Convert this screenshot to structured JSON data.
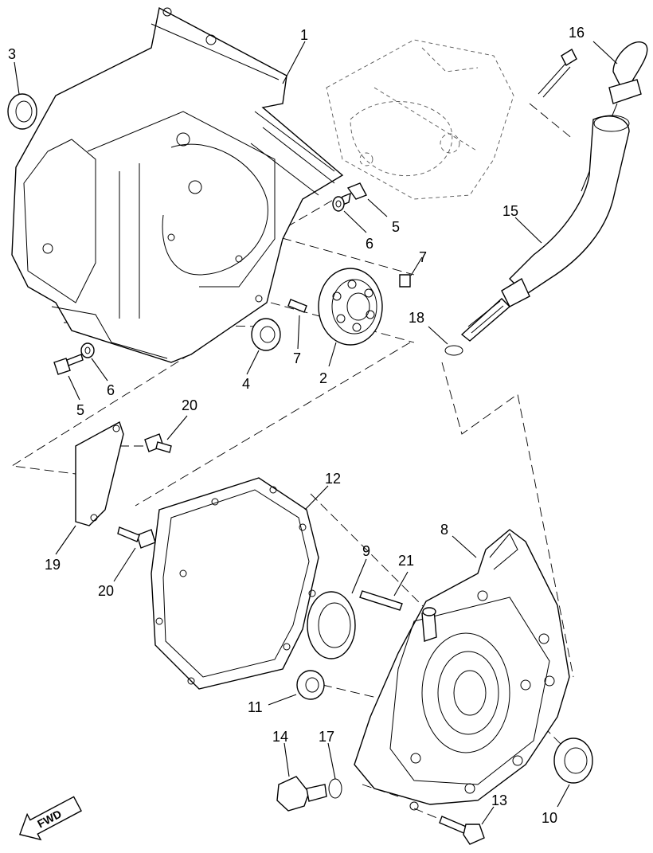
{
  "callouts": [
    {
      "id": "c1",
      "label": "1"
    },
    {
      "id": "c2",
      "label": "2"
    },
    {
      "id": "c3",
      "label": "3"
    },
    {
      "id": "c4",
      "label": "4"
    },
    {
      "id": "c5a",
      "label": "5"
    },
    {
      "id": "c5b",
      "label": "5"
    },
    {
      "id": "c6a",
      "label": "6"
    },
    {
      "id": "c6b",
      "label": "6"
    },
    {
      "id": "c7a",
      "label": "7"
    },
    {
      "id": "c7b",
      "label": "7"
    },
    {
      "id": "c8",
      "label": "8"
    },
    {
      "id": "c9",
      "label": "9"
    },
    {
      "id": "c10",
      "label": "10"
    },
    {
      "id": "c11",
      "label": "11"
    },
    {
      "id": "c12",
      "label": "12"
    },
    {
      "id": "c13",
      "label": "13"
    },
    {
      "id": "c14",
      "label": "14"
    },
    {
      "id": "c15",
      "label": "15"
    },
    {
      "id": "c16",
      "label": "16"
    },
    {
      "id": "c17",
      "label": "17"
    },
    {
      "id": "c18",
      "label": "18"
    },
    {
      "id": "c19",
      "label": "19"
    },
    {
      "id": "c20a",
      "label": "20"
    },
    {
      "id": "c20b",
      "label": "20"
    },
    {
      "id": "c21",
      "label": "21"
    }
  ],
  "fwd": {
    "label": "FWD"
  }
}
